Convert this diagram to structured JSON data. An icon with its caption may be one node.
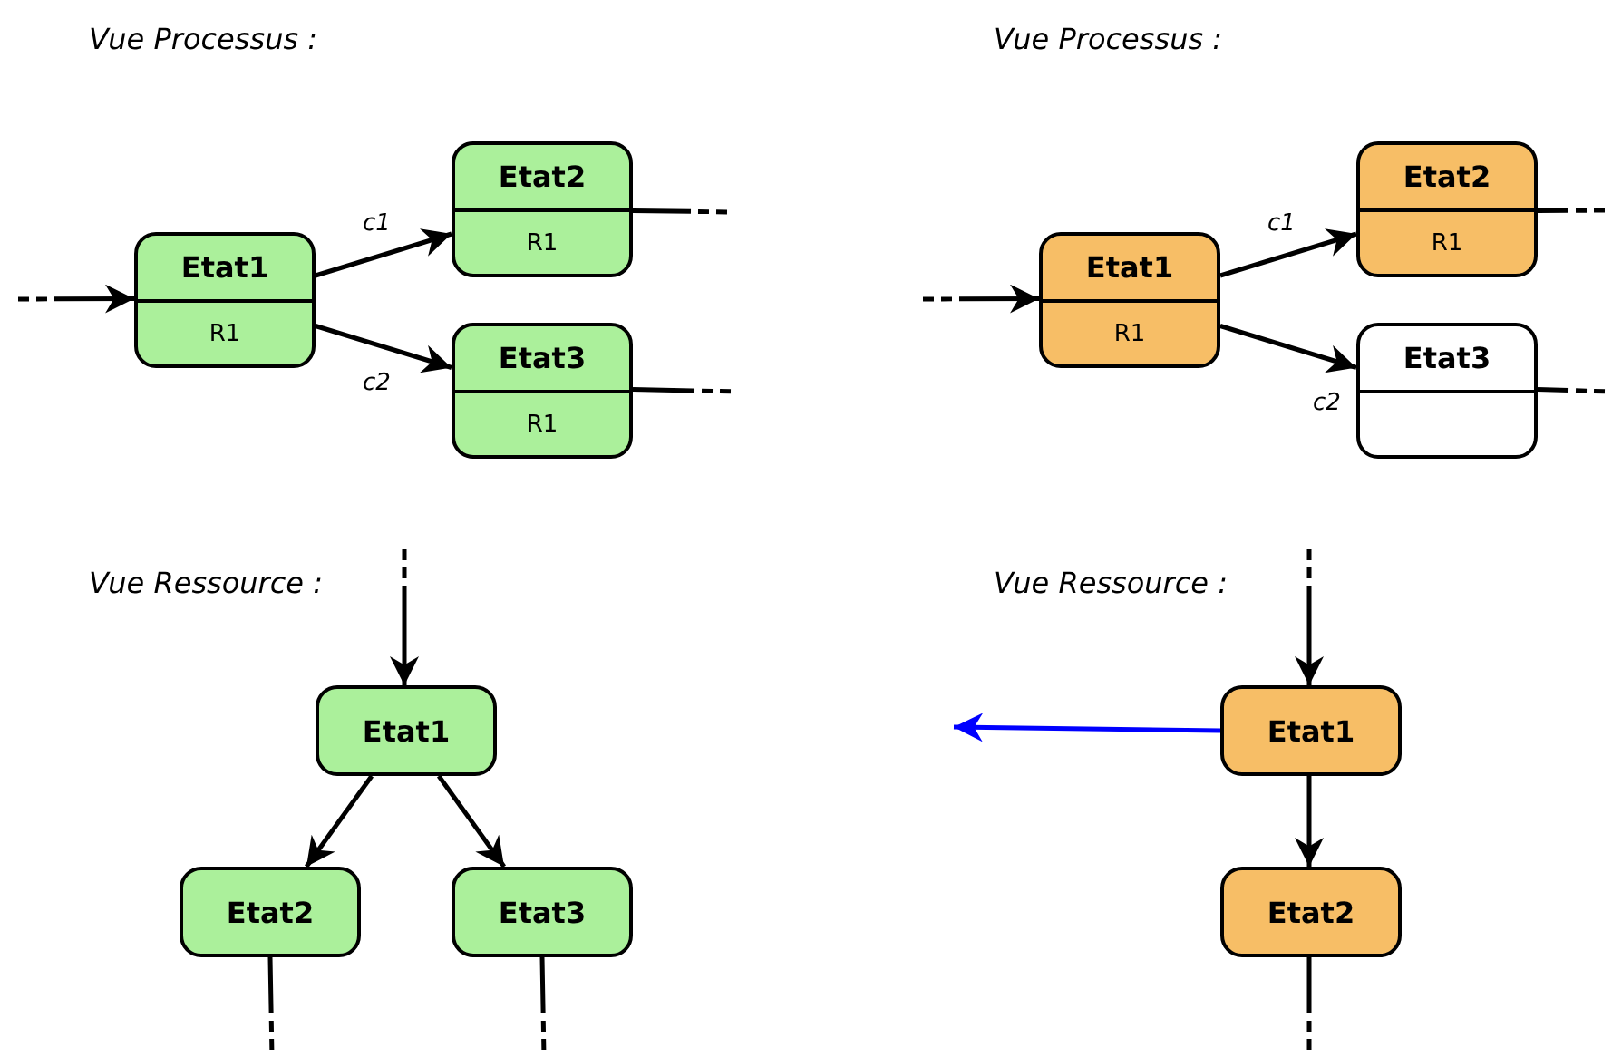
{
  "diagram": {
    "nodes": [
      {
        "text": [
          "Etat1",
          "R1"
        ]
      },
      {
        "text": [
          "Etat2",
          "R1"
        ]
      },
      {
        "text": [
          "Etat3",
          "R1"
        ]
      },
      {
        "text": [
          "Etat1",
          "R1"
        ]
      },
      {
        "text": [
          "Etat2",
          "R1"
        ]
      },
      {
        "text": [
          "Etat3"
        ]
      },
      {
        "text": [
          "Etat1"
        ]
      },
      {
        "text": [
          "Etat2"
        ]
      },
      {
        "text": [
          "Etat3"
        ]
      },
      {
        "text": [
          "Etat1"
        ]
      },
      {
        "text": [
          "Etat2"
        ]
      }
    ],
    "edges": [
      {
        "from": null,
        "to": 0,
        "arrow": "to",
        "style": "dashed"
      },
      {
        "from": 0,
        "to": 1,
        "arrow": "to",
        "label": "c1"
      },
      {
        "from": 0,
        "to": 2,
        "arrow": "to",
        "label": "c2"
      },
      {
        "from": 1,
        "to": null,
        "arrow": "none",
        "style": "dashed"
      },
      {
        "from": 2,
        "to": null,
        "arrow": "none",
        "style": "dashed"
      },
      {
        "from": null,
        "to": 3,
        "arrow": "to",
        "style": "dashed"
      },
      {
        "from": 3,
        "to": 4,
        "arrow": "to",
        "label": "c1"
      },
      {
        "from": 3,
        "to": 5,
        "arrow": "to",
        "label": "c2"
      },
      {
        "from": 4,
        "to": null,
        "arrow": "none",
        "style": "dashed"
      },
      {
        "from": 5,
        "to": null,
        "arrow": "none",
        "style": "dashed"
      },
      {
        "from": null,
        "to": 6,
        "arrow": "to",
        "style": "dashed"
      },
      {
        "from": 6,
        "to": 7,
        "arrow": "to"
      },
      {
        "from": 6,
        "to": 8,
        "arrow": "to"
      },
      {
        "from": 7,
        "to": null,
        "arrow": "none",
        "style": "dashed"
      },
      {
        "from": 8,
        "to": null,
        "arrow": "none",
        "style": "dashed"
      },
      {
        "from": null,
        "to": 9,
        "arrow": "to",
        "style": "dashed"
      },
      {
        "from": 9,
        "to": null,
        "arrow": "to",
        "color": "#0000ff"
      },
      {
        "from": 9,
        "to": 10,
        "arrow": "to"
      },
      {
        "from": 10,
        "to": null,
        "arrow": "none",
        "style": "dashed"
      }
    ],
    "labels": [
      "Vue Processus :",
      "Vue Processus :",
      "Vue Ressource :",
      "Vue Ressource :"
    ]
  }
}
